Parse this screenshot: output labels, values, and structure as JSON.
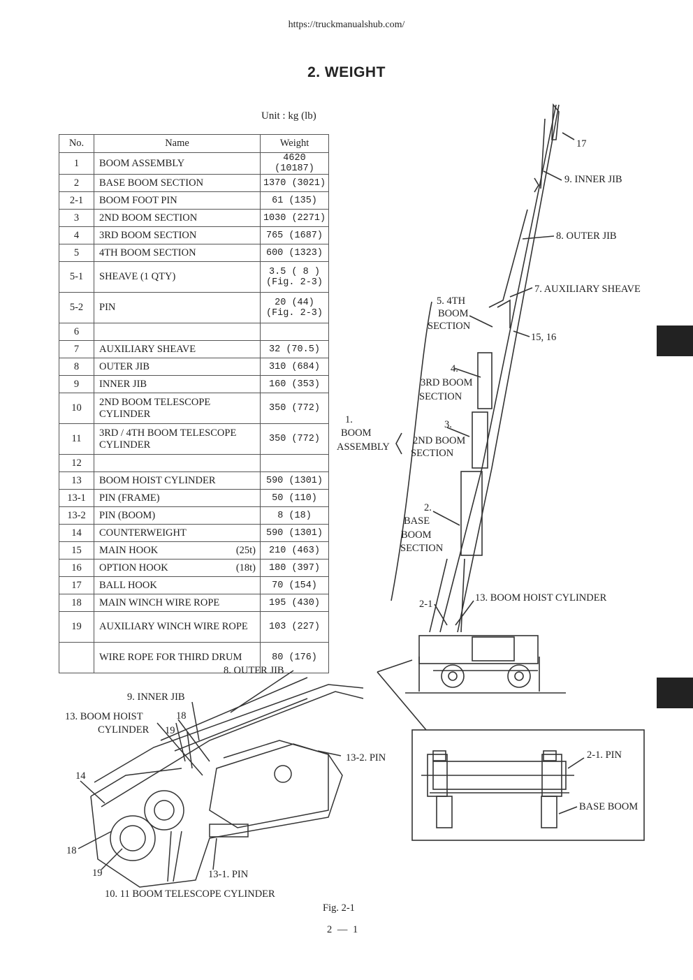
{
  "page": {
    "url": "https://truckmanualshub.com/",
    "title": "2. WEIGHT",
    "unit": "Unit : kg (lb)",
    "page_number": "2 — 1"
  },
  "table": {
    "headers": [
      "No.",
      "Name",
      "Weight"
    ],
    "rows": [
      {
        "no": "1",
        "name": "BOOM ASSEMBLY",
        "qual": "",
        "weight": "4620 (10187)",
        "weight2": ""
      },
      {
        "no": "2",
        "name": "BASE BOOM SECTION",
        "qual": "",
        "weight": "1370 (3021)",
        "weight2": ""
      },
      {
        "no": "2-1",
        "name": "BOOM FOOT PIN",
        "qual": "",
        "weight": "61 (135)",
        "weight2": ""
      },
      {
        "no": "3",
        "name": "2ND BOOM SECTION",
        "qual": "",
        "weight": "1030 (2271)",
        "weight2": ""
      },
      {
        "no": "4",
        "name": "3RD BOOM SECTION",
        "qual": "",
        "weight": "765 (1687)",
        "weight2": ""
      },
      {
        "no": "5",
        "name": "4TH BOOM SECTION",
        "qual": "",
        "weight": "600 (1323)",
        "weight2": ""
      },
      {
        "no": "5-1",
        "name": "SHEAVE (1 QTY)",
        "qual": "",
        "weight": "3.5 ( 8 )",
        "weight2": "(Fig. 2-3)"
      },
      {
        "no": "5-2",
        "name": "PIN",
        "qual": "",
        "weight": "20 (44)",
        "weight2": "(Fig. 2-3)"
      },
      {
        "no": "6",
        "name": "",
        "qual": "",
        "weight": "",
        "weight2": ""
      },
      {
        "no": "7",
        "name": "AUXILIARY SHEAVE",
        "qual": "",
        "weight": "32 (70.5)",
        "weight2": ""
      },
      {
        "no": "8",
        "name": "OUTER JIB",
        "qual": "",
        "weight": "310 (684)",
        "weight2": ""
      },
      {
        "no": "9",
        "name": "INNER JIB",
        "qual": "",
        "weight": "160 (353)",
        "weight2": ""
      },
      {
        "no": "10",
        "name": "2ND BOOM TELESCOPE CYLINDER",
        "qual": "",
        "weight": "350 (772)",
        "weight2": ""
      },
      {
        "no": "11",
        "name": "3RD / 4TH BOOM TELESCOPE CYLINDER",
        "qual": "",
        "weight": "350 (772)",
        "weight2": ""
      },
      {
        "no": "12",
        "name": "",
        "qual": "",
        "weight": "",
        "weight2": ""
      },
      {
        "no": "13",
        "name": "BOOM HOIST CYLINDER",
        "qual": "",
        "weight": "590 (1301)",
        "weight2": ""
      },
      {
        "no": "13-1",
        "name": "PIN (FRAME)",
        "qual": "",
        "weight": "50 (110)",
        "weight2": ""
      },
      {
        "no": "13-2",
        "name": "PIN (BOOM)",
        "qual": "",
        "weight": "8 (18)",
        "weight2": ""
      },
      {
        "no": "14",
        "name": "COUNTERWEIGHT",
        "qual": "",
        "weight": "590 (1301)",
        "weight2": ""
      },
      {
        "no": "15",
        "name": "MAIN HOOK",
        "qual": "(25t)",
        "weight": "210 (463)",
        "weight2": ""
      },
      {
        "no": "16",
        "name": "OPTION HOOK",
        "qual": "(18t)",
        "weight": "180 (397)",
        "weight2": ""
      },
      {
        "no": "17",
        "name": "BALL HOOK",
        "qual": "",
        "weight": "70 (154)",
        "weight2": ""
      },
      {
        "no": "18",
        "name": "MAIN WINCH WIRE ROPE",
        "qual": "",
        "weight": "195 (430)",
        "weight2": ""
      },
      {
        "no": "19",
        "name": "AUXILIARY WINCH WIRE ROPE",
        "qual": "",
        "weight": "103 (227)",
        "weight2": ""
      },
      {
        "no": "",
        "name": "WIRE ROPE FOR THIRD DRUM",
        "qual": "",
        "weight": "80 (176)",
        "weight2": ""
      }
    ]
  },
  "crane_labels": {
    "l17": "17",
    "inner_jib": "9.  INNER JIB",
    "outer_jib": "8.  OUTER JIB",
    "aux_sheave": "7.  AUXILIARY SHEAVE",
    "fourth_a": "5.  4TH",
    "fourth_b": "BOOM",
    "fourth_c": "SECTION",
    "hooks": "15, 16",
    "third_a": "4.",
    "third_b": "3RD BOOM",
    "third_c": "SECTION",
    "boom_a": "1.",
    "boom_b": "BOOM",
    "boom_c": "ASSEMBLY",
    "second_a": "3.",
    "second_b": "2ND BOOM",
    "second_c": "SECTION",
    "base_a": "2.",
    "base_b": "BASE",
    "base_c": "BOOM",
    "base_d": "SECTION",
    "foot_pin": "2-1",
    "hoist_cyl": "13.  BOOM HOIST CYLINDER"
  },
  "detail_labels": {
    "foot_pin": "2-1.  PIN",
    "base_boom": "BASE BOOM"
  },
  "turret_labels": {
    "outer_jib": "8.  OUTER JIB",
    "inner_jib": "9.  INNER JIB",
    "hoist_a": "13.  BOOM HOIST",
    "hoist_b": "CYLINDER",
    "n18a": "18",
    "n19a": "19",
    "pin_boom": "13-2.  PIN",
    "n14": "14",
    "n18b": "18",
    "n19b": "19",
    "pin_frame": "13-1.  PIN",
    "telescope": "10.  11 BOOM TELESCOPE CYLINDER"
  },
  "figure_caption": "Fig. 2-1"
}
